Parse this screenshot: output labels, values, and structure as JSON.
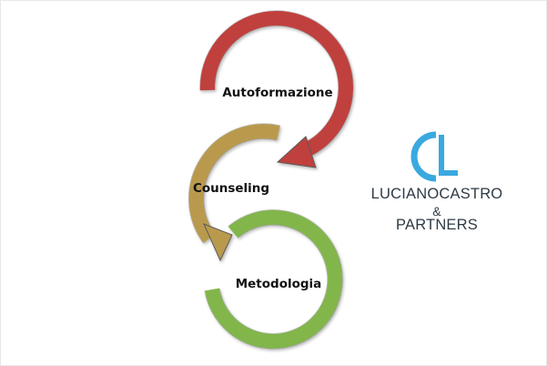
{
  "diagram": {
    "steps": [
      {
        "label": "Autoformazione",
        "color": "#c0403c"
      },
      {
        "label": "Counseling",
        "color": "#b99a4e"
      },
      {
        "label": "Metodologia",
        "color": "#82b64c"
      }
    ],
    "outline_color": "#5a5a5a"
  },
  "logo": {
    "mark_color": "#3aa9e0",
    "name": "LUCIANOCASTRO",
    "ampersand": "&",
    "partners": "PARTNERS"
  }
}
